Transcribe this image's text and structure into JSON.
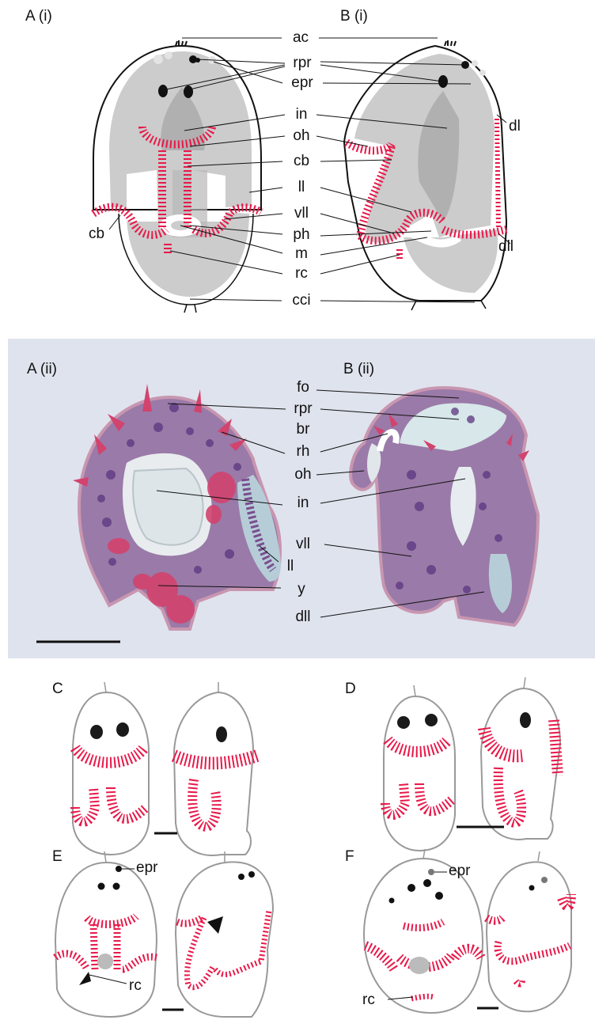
{
  "panel_labels": {
    "a_i": "A (i)",
    "b_i": "B (i)",
    "a_ii": "A (ii)",
    "b_ii": "B (ii)",
    "c": "C",
    "d": "D",
    "e": "E",
    "f": "F"
  },
  "top_labels": {
    "ac": "ac",
    "rpr": "rpr",
    "epr": "epr",
    "in": "in",
    "oh": "oh",
    "cb": "cb",
    "ll": "ll",
    "vll": "vll",
    "ph": "ph",
    "m": "m",
    "rc": "rc",
    "cci": "cci",
    "dl": "dl",
    "dll": "dll",
    "cb_left": "cb"
  },
  "mid_labels": {
    "fo": "fo",
    "rpr": "rpr",
    "br": "br",
    "rh": "rh",
    "oh": "oh",
    "in": "in",
    "vll": "vll",
    "ll": "ll",
    "y": "y",
    "dll": "dll"
  },
  "bottom_labels": {
    "e_epr": "epr",
    "e_rc": "rc",
    "f_epr": "epr",
    "f_rc": "rc"
  },
  "colors": {
    "cilia": "#e8194a",
    "body_gray": "#cfcfcf",
    "inner_gray": "#b0b0b0",
    "micrograph_bg": "#dfe3ee",
    "tissue_purple": "#7a4e8f",
    "tissue_pink": "#d2436e"
  }
}
